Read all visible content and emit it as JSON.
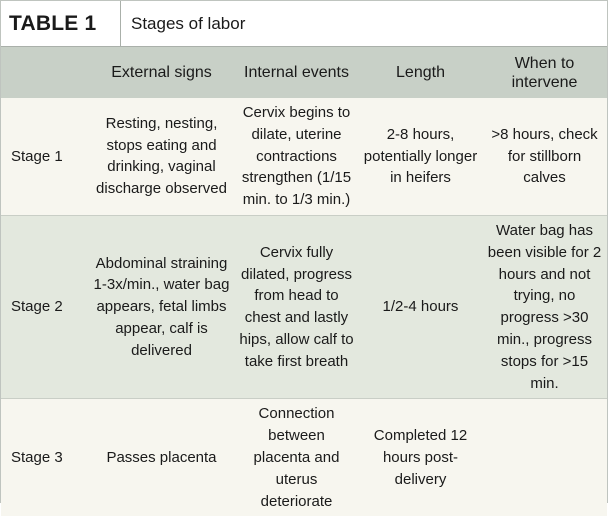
{
  "table": {
    "label": "TABLE 1",
    "title": "Stages of labor",
    "headers": [
      "",
      "External signs",
      "Internal events",
      "Length",
      "When to intervene"
    ],
    "rows": [
      {
        "stage": "Stage 1",
        "external": "Resting, nesting, stops eating and drinking, vaginal discharge observed",
        "internal": "Cervix begins to dilate, uterine contractions strengthen (1/15 min. to 1/3 min.)",
        "length": "2-8 hours, potentially longer in heifers",
        "intervene": ">8 hours, check for stillborn calves"
      },
      {
        "stage": "Stage 2",
        "external": "Abdominal straining 1-3x/min., water bag appears, fetal limbs appear, calf is delivered",
        "internal": "Cervix fully dilated, progress from head to chest and lastly hips, allow calf to take first breath",
        "length": "1/2-4 hours",
        "intervene": "Water bag has been visible for 2 hours and not trying, no progress >30 min., progress stops for >15 min."
      },
      {
        "stage": "Stage 3",
        "external": "Passes placenta",
        "internal": "Connection between placenta and uterus deteriorate",
        "length": "Completed 12 hours post-delivery",
        "intervene": ""
      }
    ]
  }
}
